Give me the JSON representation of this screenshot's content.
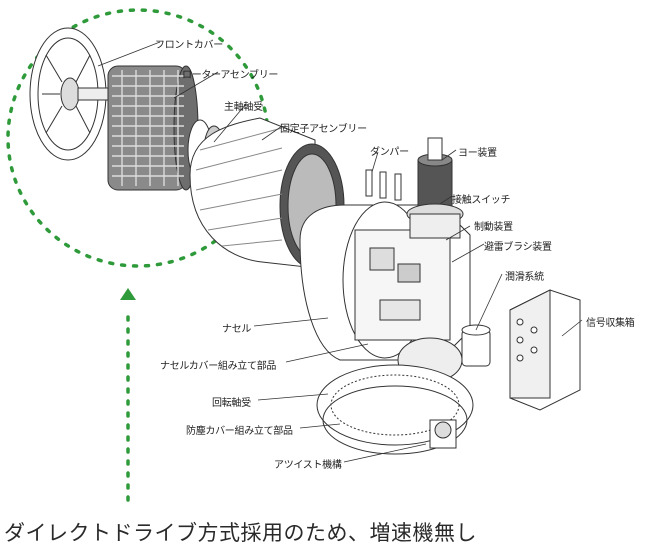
{
  "labels": {
    "front_cover": "フロントカバー",
    "rotor_assembly": "ローターアセンブリー",
    "main_bearing": "主軸軸受",
    "stator_assembly": "固定子アセンブリー",
    "damper": "ダンパー",
    "yaw_device": "ヨー装置",
    "contact_switch": "接触スイッチ",
    "brake_device": "制動装置",
    "lightning_brush": "避雷ブラシ装置",
    "lubrication": "潤滑系統",
    "signal_box": "信号収集箱",
    "nacelle": "ナセル",
    "nacelle_cover": "ナセルカバー組み立て部品",
    "slewing_bearing": "回転軸受",
    "dust_cover": "防塵カバー組み立て部品",
    "hoist": "アツイスト機構"
  },
  "caption": "ダイレクトドライブ方式採用のため、増速機無し",
  "colors": {
    "dashed_circle": "#2e9a3a",
    "line": "#333333",
    "caption": "#2a2a2a"
  }
}
